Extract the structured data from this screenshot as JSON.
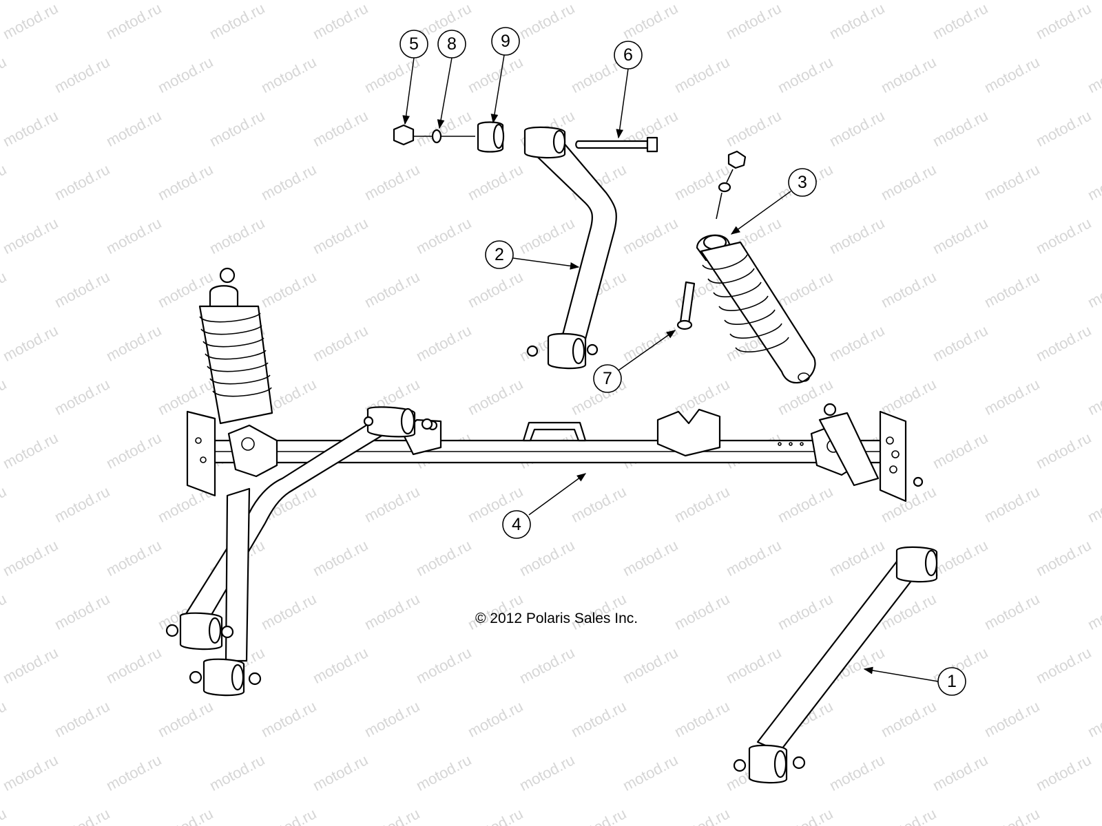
{
  "watermark": "motod.ru",
  "copyright": "© 2012 Polaris Sales Inc.",
  "callouts": [
    "1",
    "2",
    "3",
    "4",
    "5",
    "6",
    "7",
    "8",
    "9"
  ]
}
